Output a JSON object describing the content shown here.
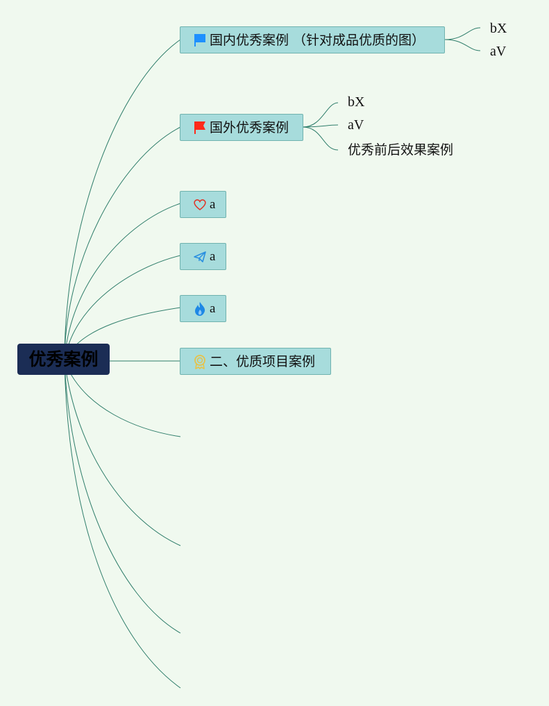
{
  "mindmap": {
    "root": {
      "label": "优秀案例"
    },
    "topics": [
      {
        "label": "国内优秀案例 （针对成品优质的图）",
        "icon": "blue-flag-icon",
        "children": [
          "bX",
          "aV"
        ]
      },
      {
        "label": "国外优秀案例",
        "icon": "red-flag-icon",
        "children": [
          "bX",
          "aV",
          "优秀前后效果案例"
        ]
      },
      {
        "label": "a",
        "icon": "heart-icon",
        "children": []
      },
      {
        "label": "a",
        "icon": "paper-plane-icon",
        "children": []
      },
      {
        "label": "a",
        "icon": "flame-icon",
        "children": []
      },
      {
        "label": "二、优质项目案例",
        "icon": "award-ribbon-icon",
        "children": []
      }
    ],
    "empty_branches": 4
  },
  "colors": {
    "background": "#f0f9ef",
    "root_fill": "#1b2d55",
    "topic_fill": "#a7dcdc",
    "topic_border": "#6fb2ae",
    "connector": "#2e7d6a",
    "flag_blue": "#1e90ff",
    "flag_red": "#ff2a1a",
    "heart_red": "#e0382b",
    "plane_blue": "#2a8fe0",
    "flame_blue": "#1e88e5",
    "award_gold": "#e6c24a"
  }
}
